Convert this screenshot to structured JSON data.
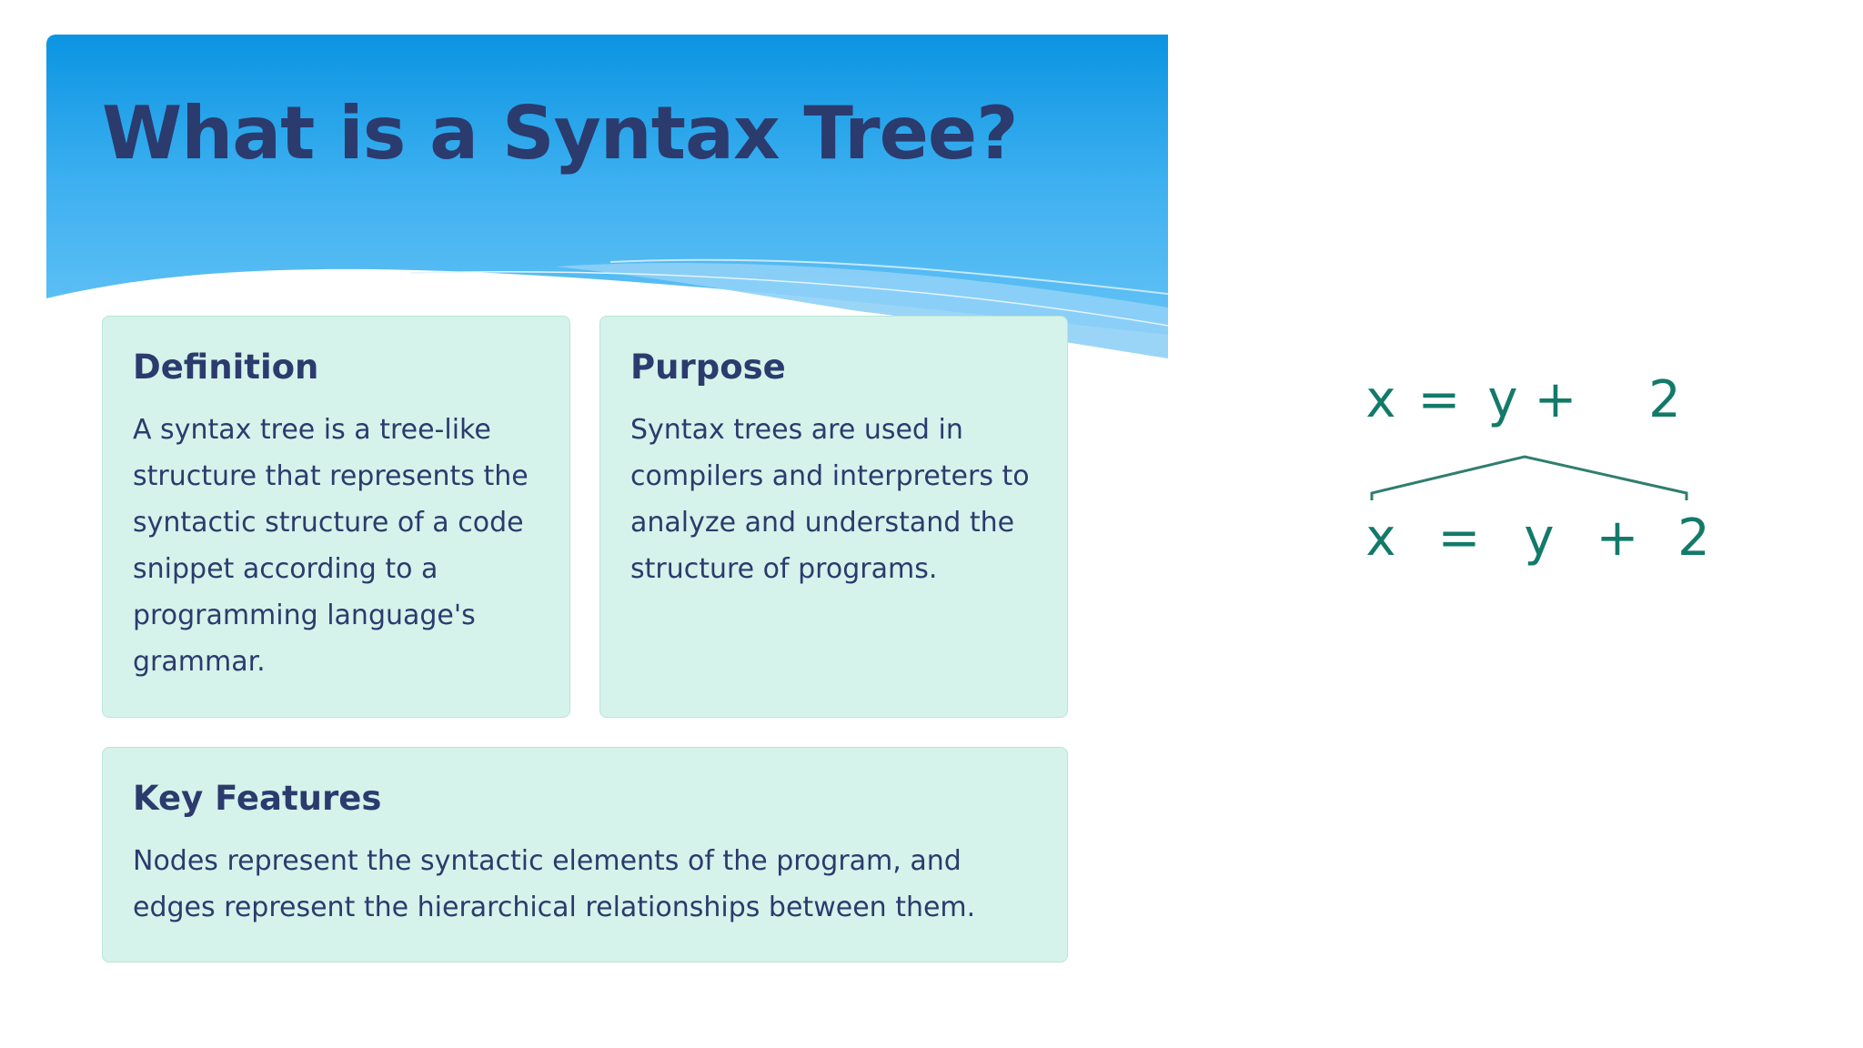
{
  "slide": {
    "title": "What is a Syntax Tree?"
  },
  "cards": {
    "definition": {
      "title": "Definition",
      "body": "A syntax tree is a tree-like structure that represents the syntactic structure of a code snippet according to a programming language's grammar."
    },
    "purpose": {
      "title": "Purpose",
      "body": "Syntax trees are used in compilers and interpreters to analyze and understand the structure of programs."
    },
    "features": {
      "title": "Key Features",
      "body": "Nodes represent the syntactic elements of the program, and edges represent the hierarchical relationships between them."
    }
  },
  "diagram": {
    "top_row": [
      "x",
      "=",
      "y",
      "+",
      "2"
    ],
    "bottom_row": [
      "x",
      "=",
      "y",
      "+",
      "2"
    ]
  },
  "colors": {
    "title": "#2b3b6e",
    "card_bg": "#d5f3ea",
    "header_blue": "#0b94e2",
    "diagram_teal": "#137a6a"
  }
}
